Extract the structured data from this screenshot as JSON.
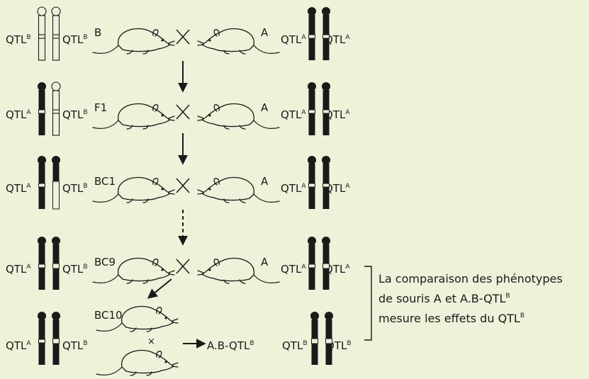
{
  "qtl_text": "QTL",
  "rows": [
    {
      "left_allele_1": "B",
      "left_allele_2": "B",
      "left_strain": "B",
      "right_strain": "A",
      "right_allele_1": "A",
      "right_allele_2": "A"
    },
    {
      "left_allele_1": "A",
      "left_allele_2": "B",
      "left_strain": "F1",
      "right_strain": "A",
      "right_allele_1": "A",
      "right_allele_2": "A"
    },
    {
      "left_allele_1": "A",
      "left_allele_2": "B",
      "left_strain": "BC1",
      "right_strain": "A",
      "right_allele_1": "A",
      "right_allele_2": "A"
    },
    {
      "left_allele_1": "A",
      "left_allele_2": "B",
      "left_strain": "BC9",
      "right_strain": "A",
      "right_allele_1": "A",
      "right_allele_2": "A"
    }
  ],
  "bottom": {
    "left_allele_1": "A",
    "left_allele_2": "B",
    "generation": "BC10",
    "cross_symbol": "×",
    "result_prefix": "A.B-QTL",
    "result_sup": "B",
    "right_allele_1": "B",
    "right_allele_2": "B"
  },
  "note": {
    "line1": "La comparaison des phénotypes",
    "line2_prefix": "de souris A et A.B-QTL",
    "line2_sup": "B",
    "line3_prefix": "mesure les effets du QTL",
    "line3_sup": "B"
  },
  "colors": {
    "background": "#ecf3d9",
    "ink": "#1a1a1a"
  }
}
